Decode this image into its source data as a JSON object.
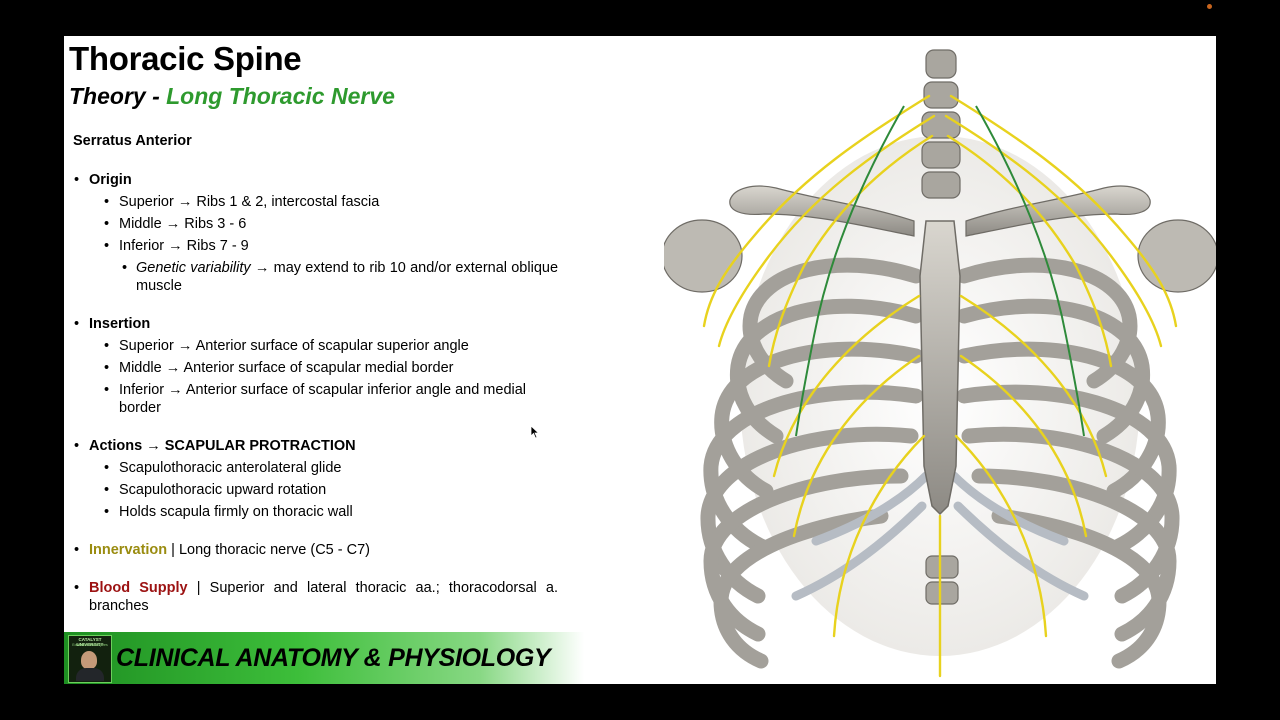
{
  "slide": {
    "title": "Thoracic Spine",
    "subtitle_prefix": "Theory - ",
    "subtitle_highlight": "Long Thoracic Nerve",
    "section_heading": "Serratus Anterior",
    "origin": {
      "label": "Origin",
      "items": [
        "Superior → Ribs 1 & 2, intercostal fascia",
        "Middle → Ribs 3 - 6",
        "Inferior → Ribs 7 - 9"
      ],
      "sub_italic": "Genetic variability",
      "sub_text": " → may extend to rib 10 and/or external oblique muscle"
    },
    "insertion": {
      "label": "Insertion",
      "items": [
        "Superior → Anterior surface of scapular superior angle",
        "Middle → Anterior surface of scapular medial border",
        "Inferior → Anterior surface of scapular inferior angle and medial border"
      ]
    },
    "actions": {
      "label": "Actions → SCAPULAR PROTRACTION",
      "items": [
        "Scapulothoracic anterolateral glide",
        "Scapulothoracic upward rotation",
        "Holds scapula firmly on thoracic wall"
      ]
    },
    "innervation": {
      "label": "Innervation",
      "text": " | Long thoracic nerve (C5 - C7)"
    },
    "blood_supply": {
      "label": "Blood Supply",
      "text": " | Superior and lateral thoracic aa.; thoracodorsal a. branches"
    },
    "banner": {
      "logo_text": "CATALYST UNIVERSITY",
      "logo_subtext": "Education that inspires",
      "text": "CLINICAL ANATOMY & PHYSIOLOGY"
    }
  },
  "colors": {
    "highlight_green": "#2e9a2e",
    "innervation_gold": "#9a8c10",
    "blood_red": "#9c1212",
    "nerve_yellow": "#e8d21e"
  },
  "icons": [
    "mouse-cursor-icon",
    "recording-dot-icon"
  ]
}
